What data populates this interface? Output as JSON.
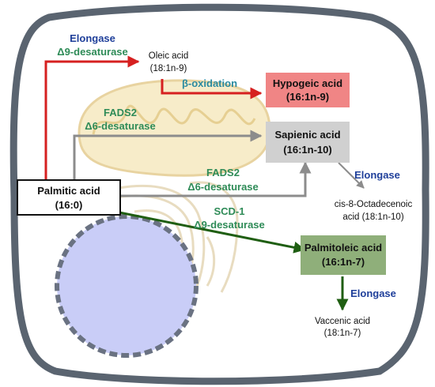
{
  "nodes": {
    "palmitic": {
      "line1": "Palmitic acid",
      "line2": "(16:0)"
    },
    "oleic": {
      "line1": "Oleic  acid",
      "line2": "(18:1n-9)"
    },
    "hypogeic": {
      "line1": "Hypogeic acid",
      "line2": "(16:1n-9)"
    },
    "sapienic": {
      "line1": "Sapienic acid",
      "line2": "(16:1n-10)"
    },
    "cis8": {
      "line1": "cis-8-Octadecenoic",
      "line2": "acid (18:1n-10)"
    },
    "palmitoleic": {
      "line1": "Palmitoleic acid",
      "line2": "(16:1n-7)"
    },
    "vaccenic": {
      "line1": "Vaccenic  acid",
      "line2": "(18:1n-7)"
    }
  },
  "labels": {
    "elongase_top": "Elongase",
    "d9_top": "Δ9-desaturase",
    "beta_ox": "β-oxidation",
    "fads2_upper": "FADS2",
    "d6_upper": "Δ6-desaturase",
    "fads2_lower": "FADS2",
    "d6_lower": "Δ6-desaturase",
    "elongase_right": "Elongase",
    "scd1": "SCD-1",
    "d9_scd": "Δ9-desaturase",
    "elongase_bottom": "Elongase"
  },
  "colors": {
    "red_arrow": "#d62020",
    "gray_arrow": "#8c8c8c",
    "green_arrow": "#1f5e12",
    "hypogeic_fill": "#f08585",
    "sapienic_fill": "#d0d0d0",
    "palmitoleic_fill": "#8faf7a",
    "nucleus_fill": "#c9cdf7",
    "mito_fill": "#f7ecc9",
    "cell_border": "#5a6470"
  }
}
